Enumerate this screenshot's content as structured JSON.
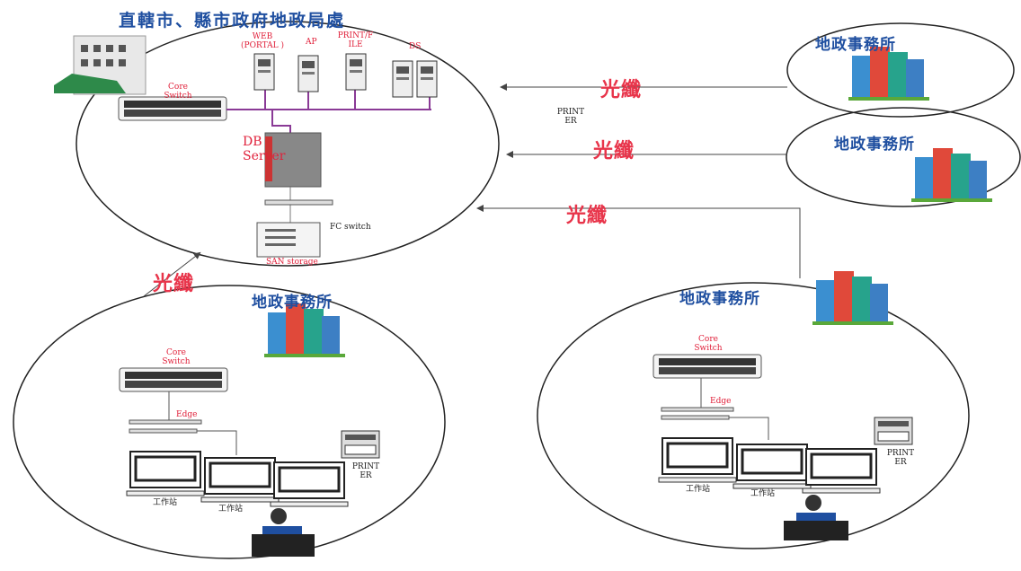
{
  "title": "直轄市、縣市政府地政局處",
  "servers": {
    "web": "WEB (PORTAL )",
    "ap": "AP",
    "print_file": "PRINT/F ILE",
    "ds": "DS"
  },
  "hq": {
    "core_switch": "Core Switch",
    "db_server": "DB Server",
    "fc_switch": "FC switch",
    "san_storage": "SAN storage"
  },
  "links": {
    "fiber_label": "光纖",
    "printer_label": "PRINT ER"
  },
  "offices": {
    "label": "地政事務所",
    "core_switch": "Core Switch",
    "edge": "Edge",
    "workstation": "工作站",
    "printer": "PRINT ER"
  },
  "colors": {
    "title": "#1f4fa0",
    "fiber": "#e8344a",
    "lan": "#8a3a96"
  }
}
